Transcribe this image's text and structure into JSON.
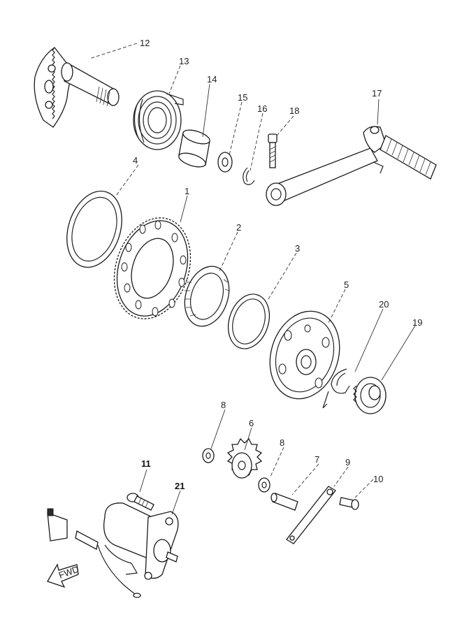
{
  "diagram": {
    "callouts": [
      {
        "id": "12",
        "label": "12"
      },
      {
        "id": "13",
        "label": "13"
      },
      {
        "id": "14",
        "label": "14"
      },
      {
        "id": "15",
        "label": "15"
      },
      {
        "id": "16",
        "label": "16"
      },
      {
        "id": "18",
        "label": "18"
      },
      {
        "id": "17",
        "label": "17"
      },
      {
        "id": "4",
        "label": "4"
      },
      {
        "id": "1",
        "label": "1"
      },
      {
        "id": "2",
        "label": "2"
      },
      {
        "id": "3",
        "label": "3"
      },
      {
        "id": "5",
        "label": "5"
      },
      {
        "id": "20",
        "label": "20"
      },
      {
        "id": "19",
        "label": "19"
      },
      {
        "id": "8a",
        "label": "8"
      },
      {
        "id": "6",
        "label": "6"
      },
      {
        "id": "8b",
        "label": "8"
      },
      {
        "id": "7",
        "label": "7"
      },
      {
        "id": "9",
        "label": "9"
      },
      {
        "id": "10",
        "label": "10"
      },
      {
        "id": "11",
        "label": "11"
      },
      {
        "id": "21",
        "label": "21"
      }
    ],
    "front_arrow_label": "FWD"
  }
}
